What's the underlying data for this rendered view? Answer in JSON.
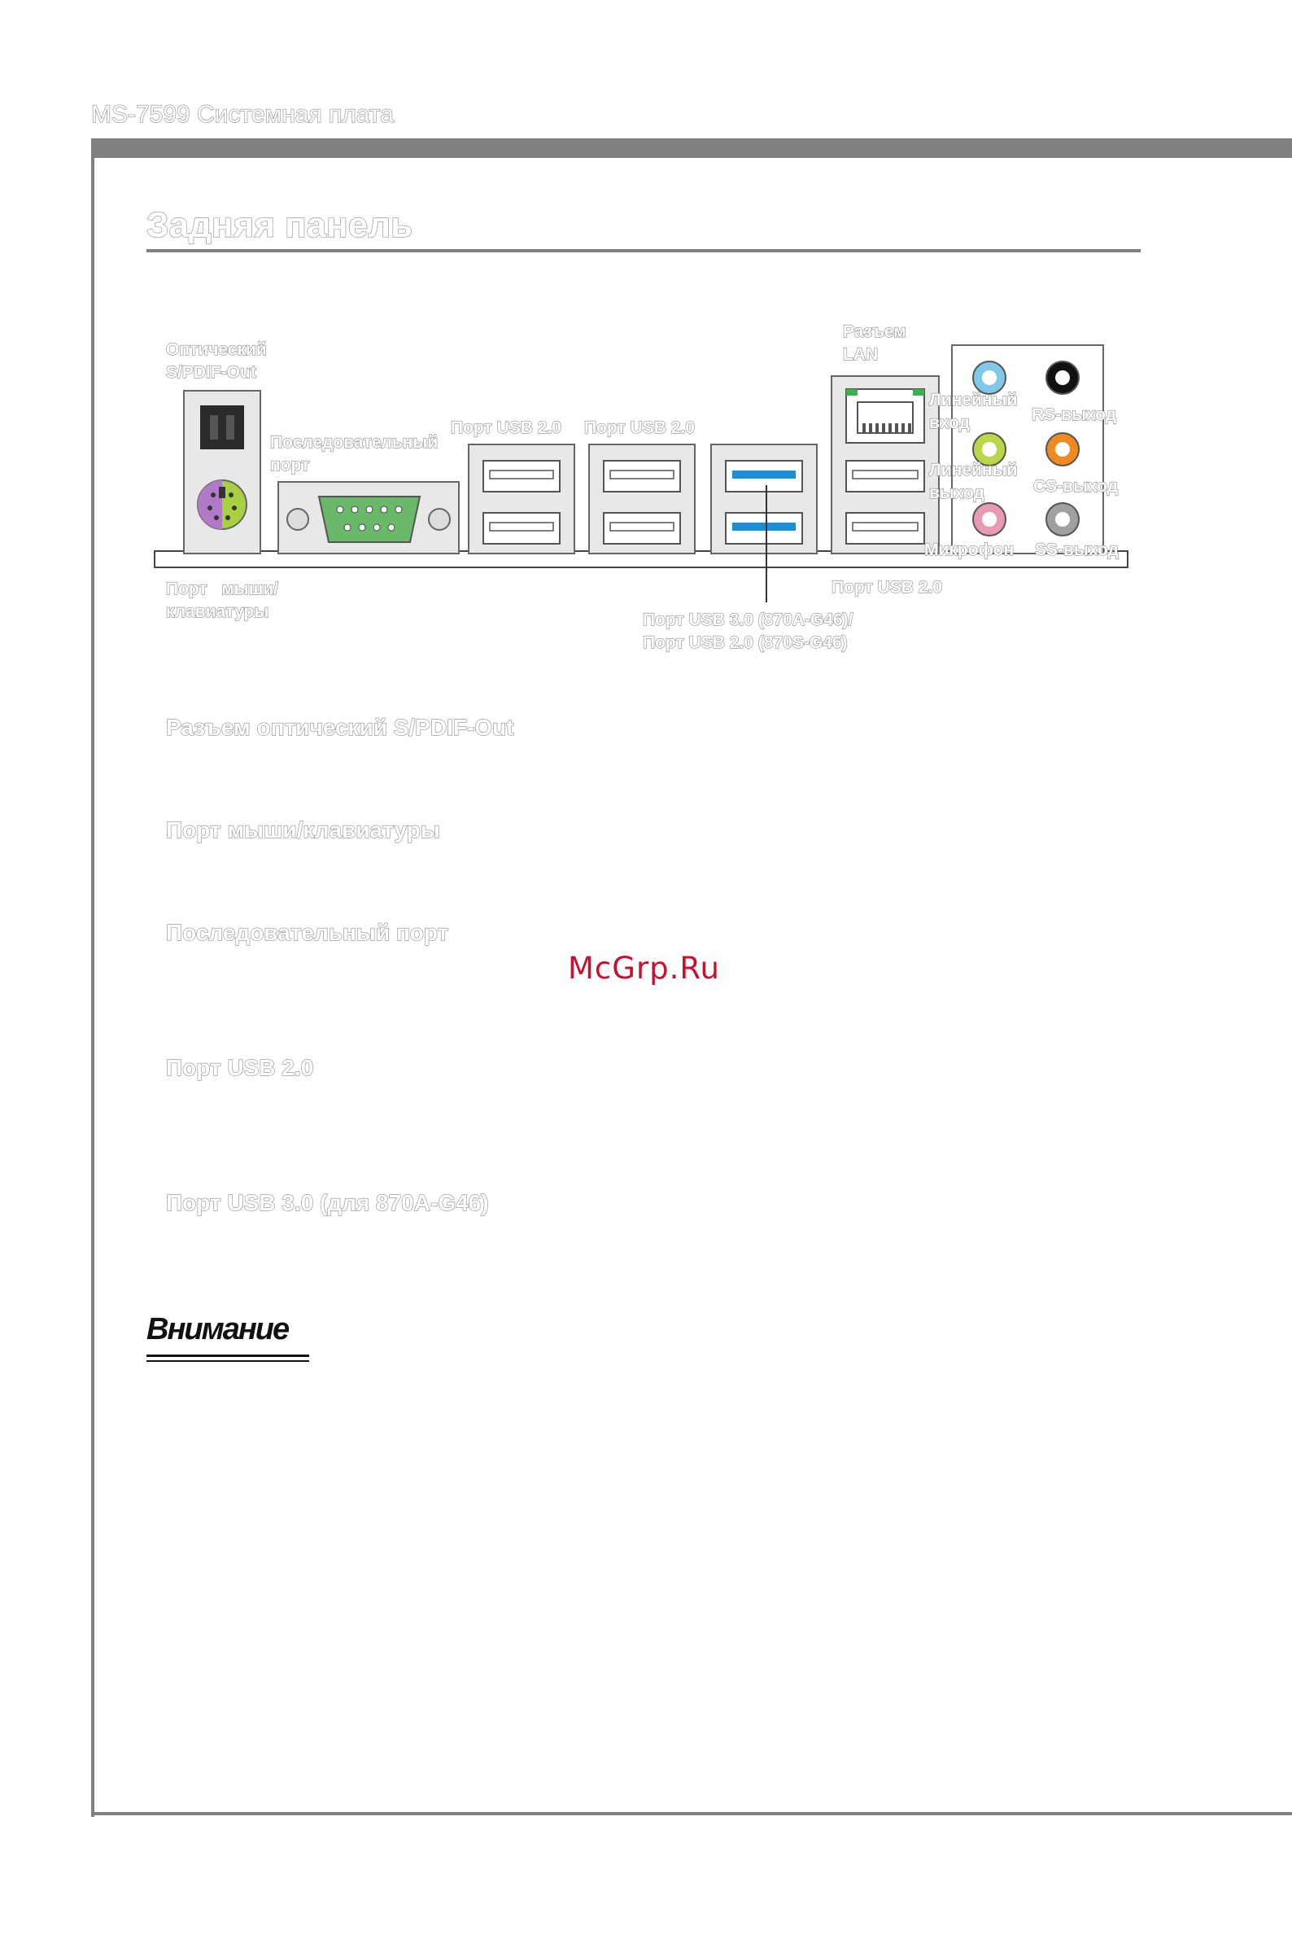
{
  "header": {
    "title": "MS-7599 Системная плата"
  },
  "section": {
    "title": "Задняя панель"
  },
  "diagram": {
    "labels": {
      "optical": "Оптический\nS/PDIF-Out",
      "serial": "Последовательный\nпорт",
      "usb20_a": "Порт USB 2.0",
      "usb20_b": "Порт USB 2.0",
      "lan": "Разъем\nLAN",
      "line_in": "Линейный\nвход",
      "line_out": "Линейный\nвыход",
      "mic": "Микрофон",
      "rs_out": "RS-выход",
      "cs_out": "CS-выход",
      "ss_out": "SS-выход",
      "mouse_kb": "Порт   мыши/\nклавиатуры",
      "usb20_c": "Порт USB 2.0",
      "usb30": "Порт USB 3.0 (870A-G46)/\nПорт USB 2.0 (870S-G46)"
    },
    "colors": {
      "usb30_blue": "#1a8fd8",
      "line_in": "#7fc8e8",
      "line_out": "#b8d84a",
      "mic": "#e89ab0",
      "rs_out": "#111111",
      "cs_out": "#f08a20",
      "ss_out": "#a0a0a0",
      "ps2_mouse": "#b07ac8",
      "ps2_kb": "#a8d040",
      "serial": "#6ab86a",
      "lan_led": "#3cb04a"
    }
  },
  "headings": {
    "spdif": "Разъем оптический S/PDIF-Out",
    "mouse_kb": "Порт мыши/клавиатуры",
    "serial": "Последовательный порт",
    "usb20": "Порт USB 2.0",
    "usb30": "Порт USB 3.0 (для 870A-G46)"
  },
  "watermark": "McGrp.Ru",
  "note": {
    "title": "Внимание"
  }
}
